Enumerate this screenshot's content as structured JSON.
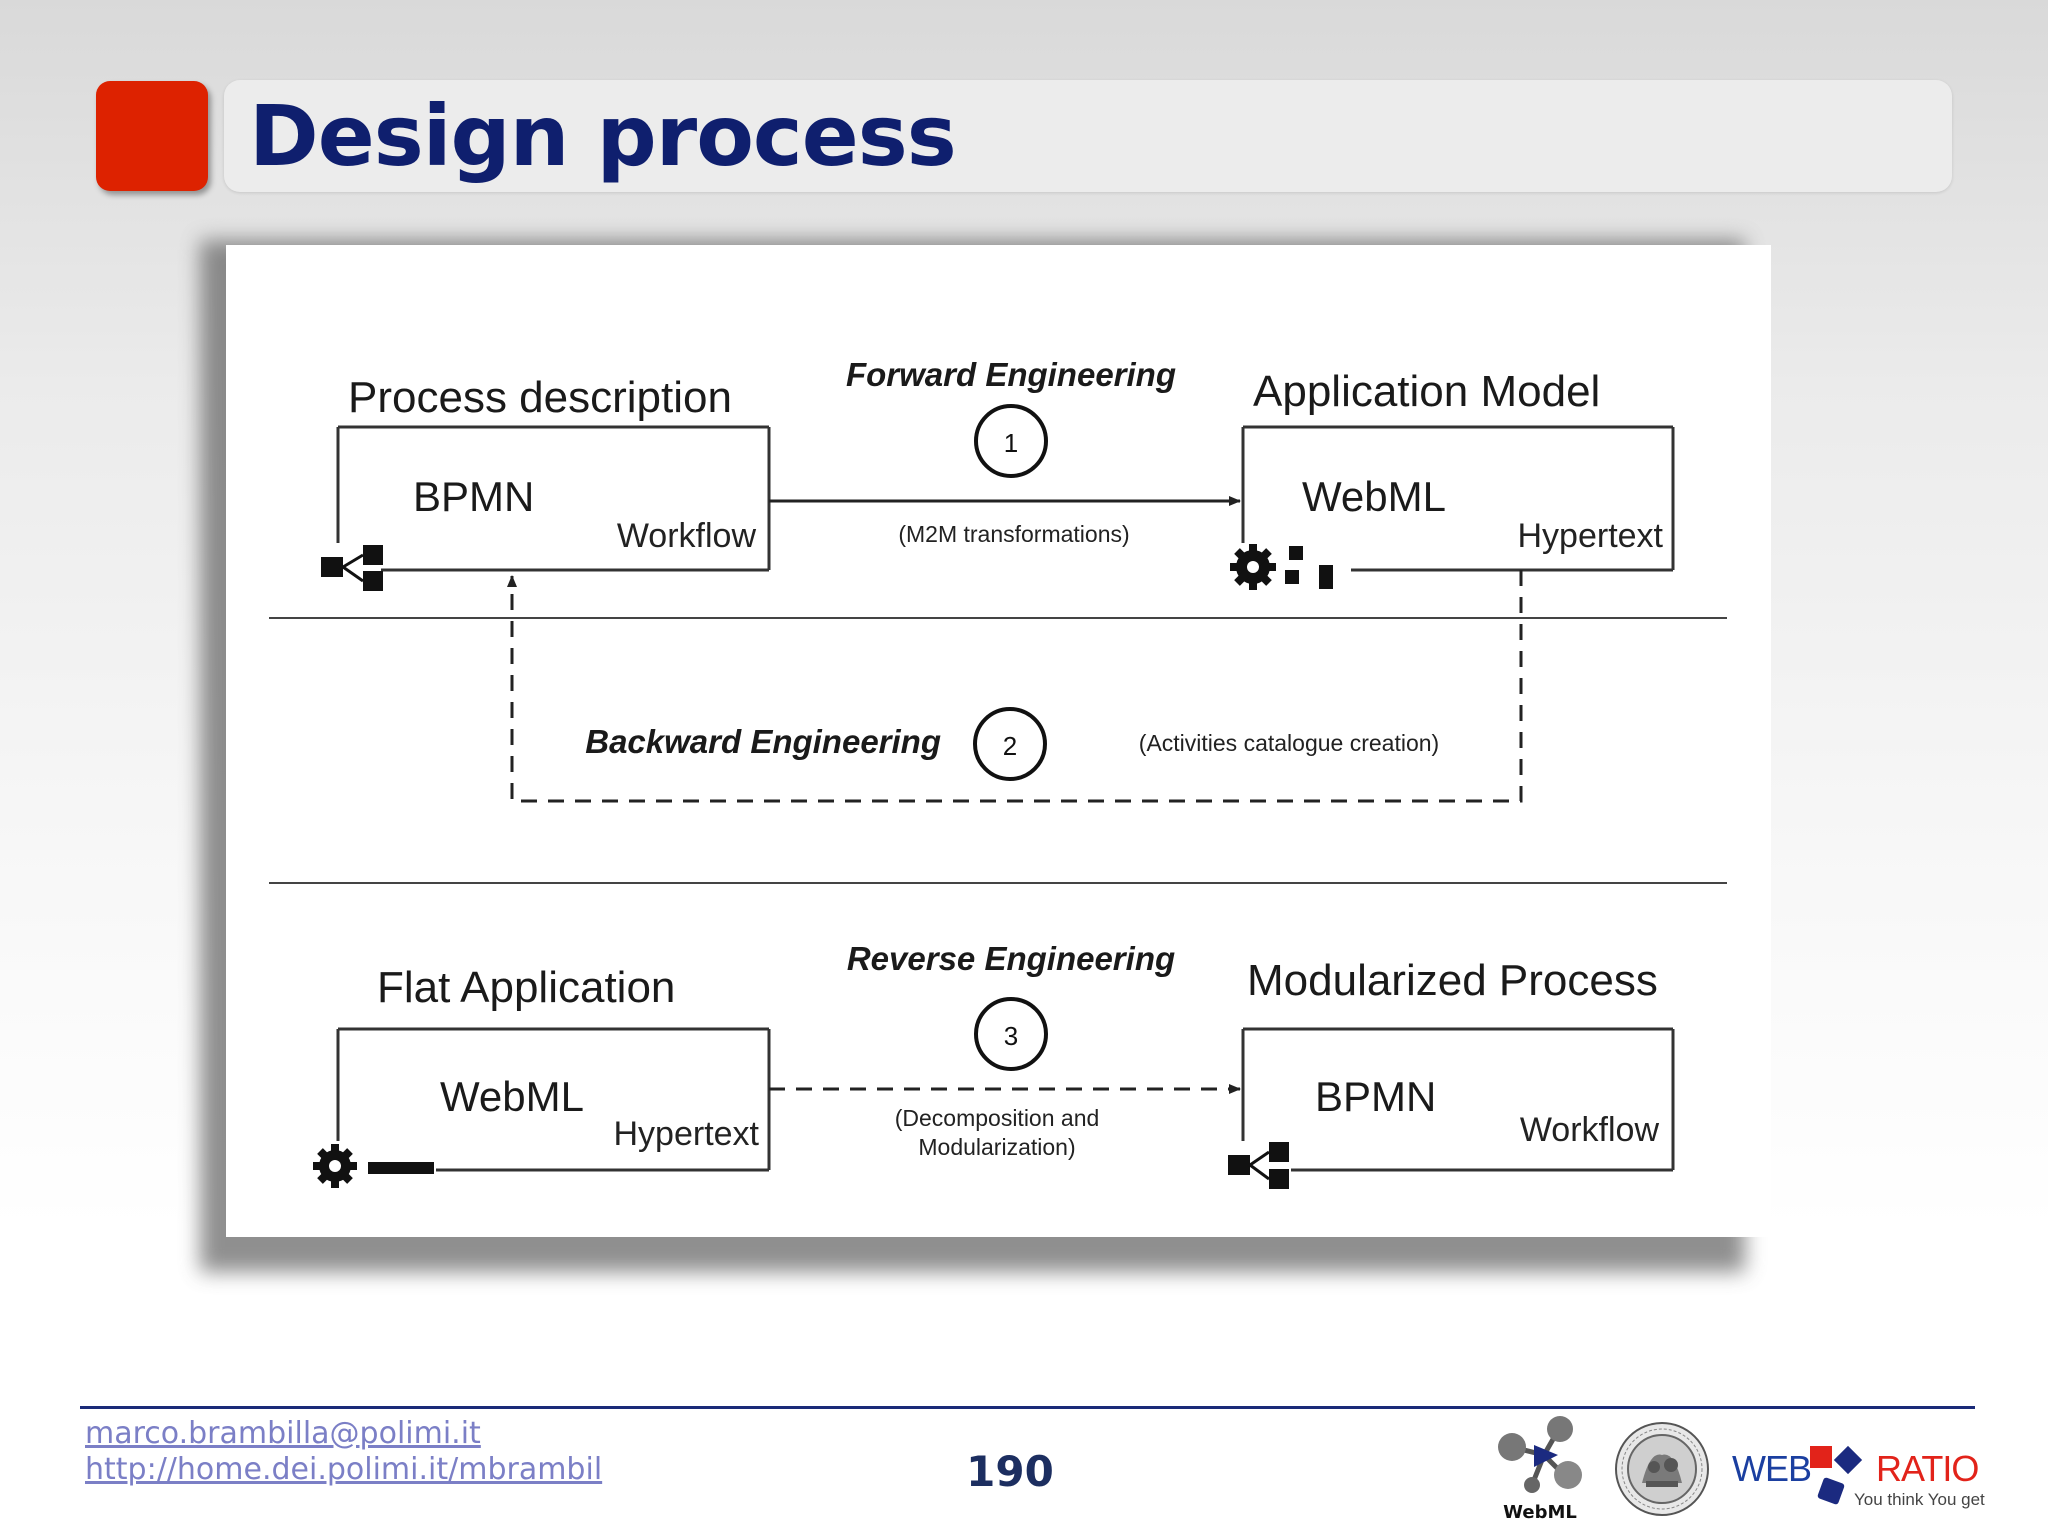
{
  "slide": {
    "title": "Design process",
    "page_number": "190"
  },
  "diagram": {
    "top_left": {
      "heading": "Process description",
      "box_title": "BPMN",
      "box_sub": "Workflow"
    },
    "top_right": {
      "heading": "Application Model",
      "box_title": "WebML",
      "box_sub": "Hypertext"
    },
    "forward": {
      "label": "Forward Engineering",
      "number": "1",
      "note": "(M2M transformations)"
    },
    "backward": {
      "label": "Backward Engineering",
      "number": "2",
      "note": "(Activities catalogue creation)"
    },
    "bottom_left": {
      "heading": "Flat Application",
      "box_title": "WebML",
      "box_sub": "Hypertext"
    },
    "bottom_right": {
      "heading": "Modularized Process",
      "box_title": "BPMN",
      "box_sub": "Workflow"
    },
    "reverse": {
      "label": "Reverse Engineering",
      "number": "3",
      "note_line1": "(Decomposition and",
      "note_line2": "Modularization)"
    }
  },
  "footer": {
    "email": "marco.brambilla@polimi.it",
    "url": "http://home.dei.polimi.it/mbrambil",
    "logos": {
      "webml_label": "WebML",
      "webratio_web": "WEB",
      "webratio_ratio": "RATIO",
      "webratio_tagline": "You think You get",
      "polimi_seal_icon": "polimi-seal-icon"
    }
  },
  "colors": {
    "accent_red": "#dd2200",
    "title_navy": "#0f1f6e",
    "link": "#7b7fc6",
    "footer_rule": "#1a2a78"
  }
}
